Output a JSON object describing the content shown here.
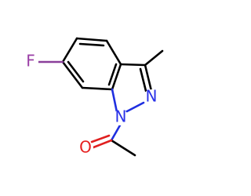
{
  "molecule": {
    "atoms": {
      "fluorine": {
        "symbol": "F",
        "color": "#9a3ea6"
      },
      "nitrogen_1": {
        "symbol": "N",
        "color": "#2830e8"
      },
      "nitrogen_2": {
        "symbol": "N",
        "color": "#2830e8"
      },
      "oxygen": {
        "symbol": "O",
        "color": "#e62020"
      }
    },
    "colors": {
      "bond": "#000000",
      "background": "#ffffff"
    }
  }
}
